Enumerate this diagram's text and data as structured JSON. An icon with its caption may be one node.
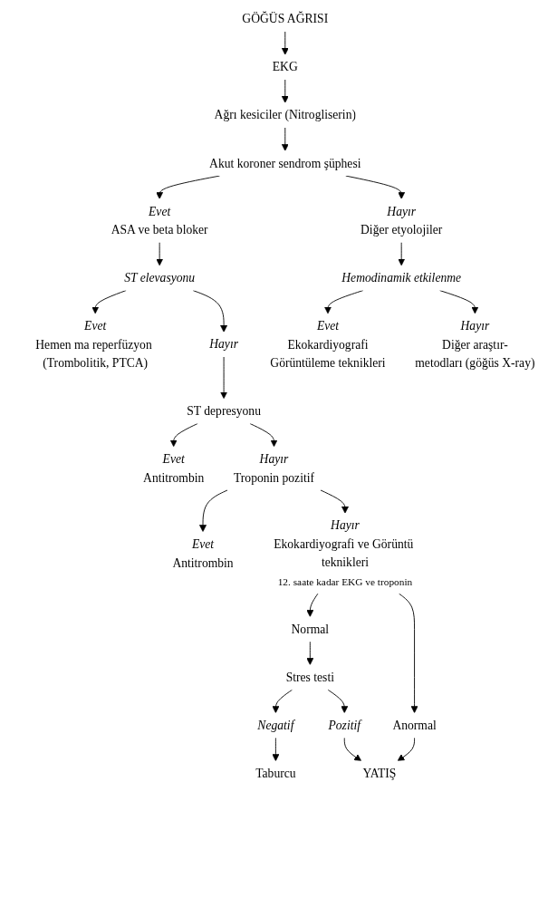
{
  "diagram": {
    "nodes": [
      {
        "text": [
          "GÖĞÜS AĞRISI"
        ]
      },
      {
        "text": [
          "EKG"
        ]
      },
      {
        "text": [
          "Ağrı kesiciler (Nitrogliserin)"
        ]
      },
      {
        "text": [
          "Akut koroner sendrom şüphesi"
        ]
      },
      {
        "text": [
          "Evet",
          "ASA ve beta bloker"
        ]
      },
      {
        "text": [
          "Hayır",
          "Diğer etyolojiler"
        ]
      },
      {
        "text": [
          "ST elevasyonu"
        ]
      },
      {
        "text": [
          "Evet",
          "Hemen ma reperfüzyon (Trombolitik, PTCA)"
        ]
      },
      {
        "text": [
          "Hayır"
        ]
      },
      {
        "text": [
          "Hemodinamik etkilenme"
        ]
      },
      {
        "text": [
          "Evet",
          "Ekokardiyografi",
          "Görüntüleme teknikleri"
        ]
      },
      {
        "text": [
          "Hayır",
          "Diğer araştır-",
          "metodları (göğüs X-ray)"
        ]
      },
      {
        "text": [
          "ST depresyonu"
        ]
      },
      {
        "text": [
          "Evet",
          "Antitrombin"
        ]
      },
      {
        "text": [
          "Hayır",
          "Troponin pozitif"
        ]
      },
      {
        "text": [
          "Evet",
          "Antitrombin"
        ]
      },
      {
        "text": [
          "Hayır",
          "Ekokardiyografi ve Görüntü teknikleri",
          "12. saate kadar EKG ve troponin"
        ]
      },
      {
        "text": [
          "Normal"
        ]
      },
      {
        "text": [
          "Anormal"
        ]
      },
      {
        "text": [
          "Stres testi"
        ]
      },
      {
        "text": [
          "YATIŞ"
        ]
      },
      {
        "text": [
          "Negatif"
        ]
      },
      {
        "text": [
          "Pozitif"
        ]
      },
      {
        "text": [
          "Taburcu"
        ]
      }
    ],
    "edges": [
      {
        "from": 0,
        "to": 1,
        "arrow": "to"
      },
      {
        "from": 1,
        "to": 2,
        "arrow": "to"
      },
      {
        "from": 2,
        "to": 3,
        "arrow": "to"
      },
      {
        "from": 3,
        "to": 4,
        "arrow": "to"
      },
      {
        "from": 3,
        "to": 5,
        "arrow": "to"
      },
      {
        "from": 4,
        "to": 6,
        "arrow": "to"
      },
      {
        "from": 5,
        "to": 9,
        "arrow": "to"
      },
      {
        "from": 6,
        "to": 7,
        "arrow": "to"
      },
      {
        "from": 6,
        "to": 8,
        "arrow": "to"
      },
      {
        "from": 9,
        "to": 10,
        "arrow": "to"
      },
      {
        "from": 9,
        "to": 11,
        "arrow": "to"
      },
      {
        "from": 8,
        "to": 12,
        "arrow": "to"
      },
      {
        "from": 12,
        "to": 13,
        "arrow": "to"
      },
      {
        "from": 12,
        "to": 14,
        "arrow": "to"
      },
      {
        "from": 14,
        "to": 15,
        "arrow": "to"
      },
      {
        "from": 14,
        "to": 16,
        "arrow": "to"
      },
      {
        "from": 16,
        "to": 17,
        "arrow": "to"
      },
      {
        "from": 16,
        "to": 18,
        "arrow": "to"
      },
      {
        "from": 17,
        "to": 19,
        "arrow": "to"
      },
      {
        "from": 18,
        "to": 20,
        "arrow": "to"
      },
      {
        "from": 19,
        "to": 21,
        "arrow": "to"
      },
      {
        "from": 19,
        "to": 22,
        "arrow": "to"
      },
      {
        "from": 21,
        "to": 23,
        "arrow": "to"
      },
      {
        "from": 22,
        "to": 20,
        "arrow": "to"
      }
    ]
  }
}
